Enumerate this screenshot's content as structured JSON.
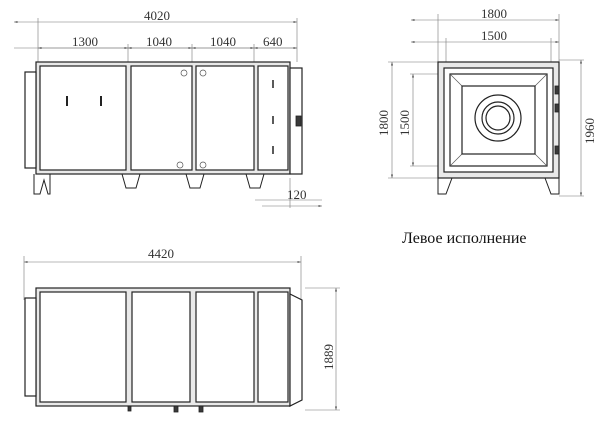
{
  "drawing": {
    "top_view": {
      "overall_length": "4020",
      "section_1": "1300",
      "section_2": "1040",
      "section_3": "1040",
      "section_4": "640",
      "foot_offset": "120"
    },
    "side_view": {
      "width_outer": "1800",
      "width_inner": "1500",
      "height_inner": "1800",
      "height_panel": "1500",
      "height_total": "1960"
    },
    "bottom_view": {
      "overall_length": "4420",
      "height": "1889"
    },
    "caption": "Левое исполнение"
  }
}
